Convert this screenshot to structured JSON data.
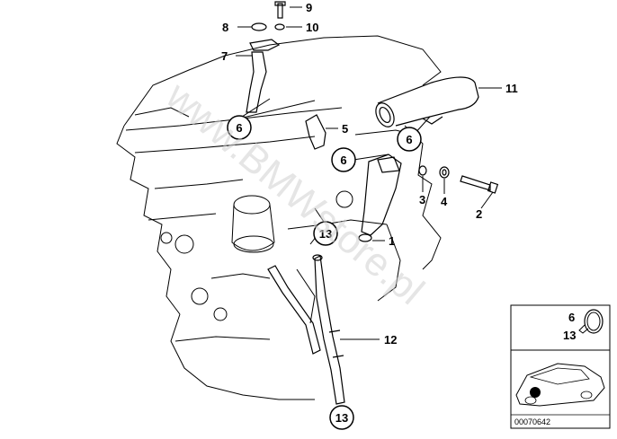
{
  "watermark": "www.BMWstore.pl",
  "callouts": {
    "c1": "1",
    "c2": "2",
    "c3": "3",
    "c4": "4",
    "c5": "5",
    "c7": "7",
    "c8": "8",
    "c9": "9",
    "c10": "10",
    "c11": "11",
    "c12": "12"
  },
  "circled": {
    "left6": "6",
    "mid6": "6",
    "right6": "6",
    "upper13": "13",
    "lower13": "13"
  },
  "inset": {
    "num6": "6",
    "num13": "13",
    "catalog_number": "00070642"
  }
}
